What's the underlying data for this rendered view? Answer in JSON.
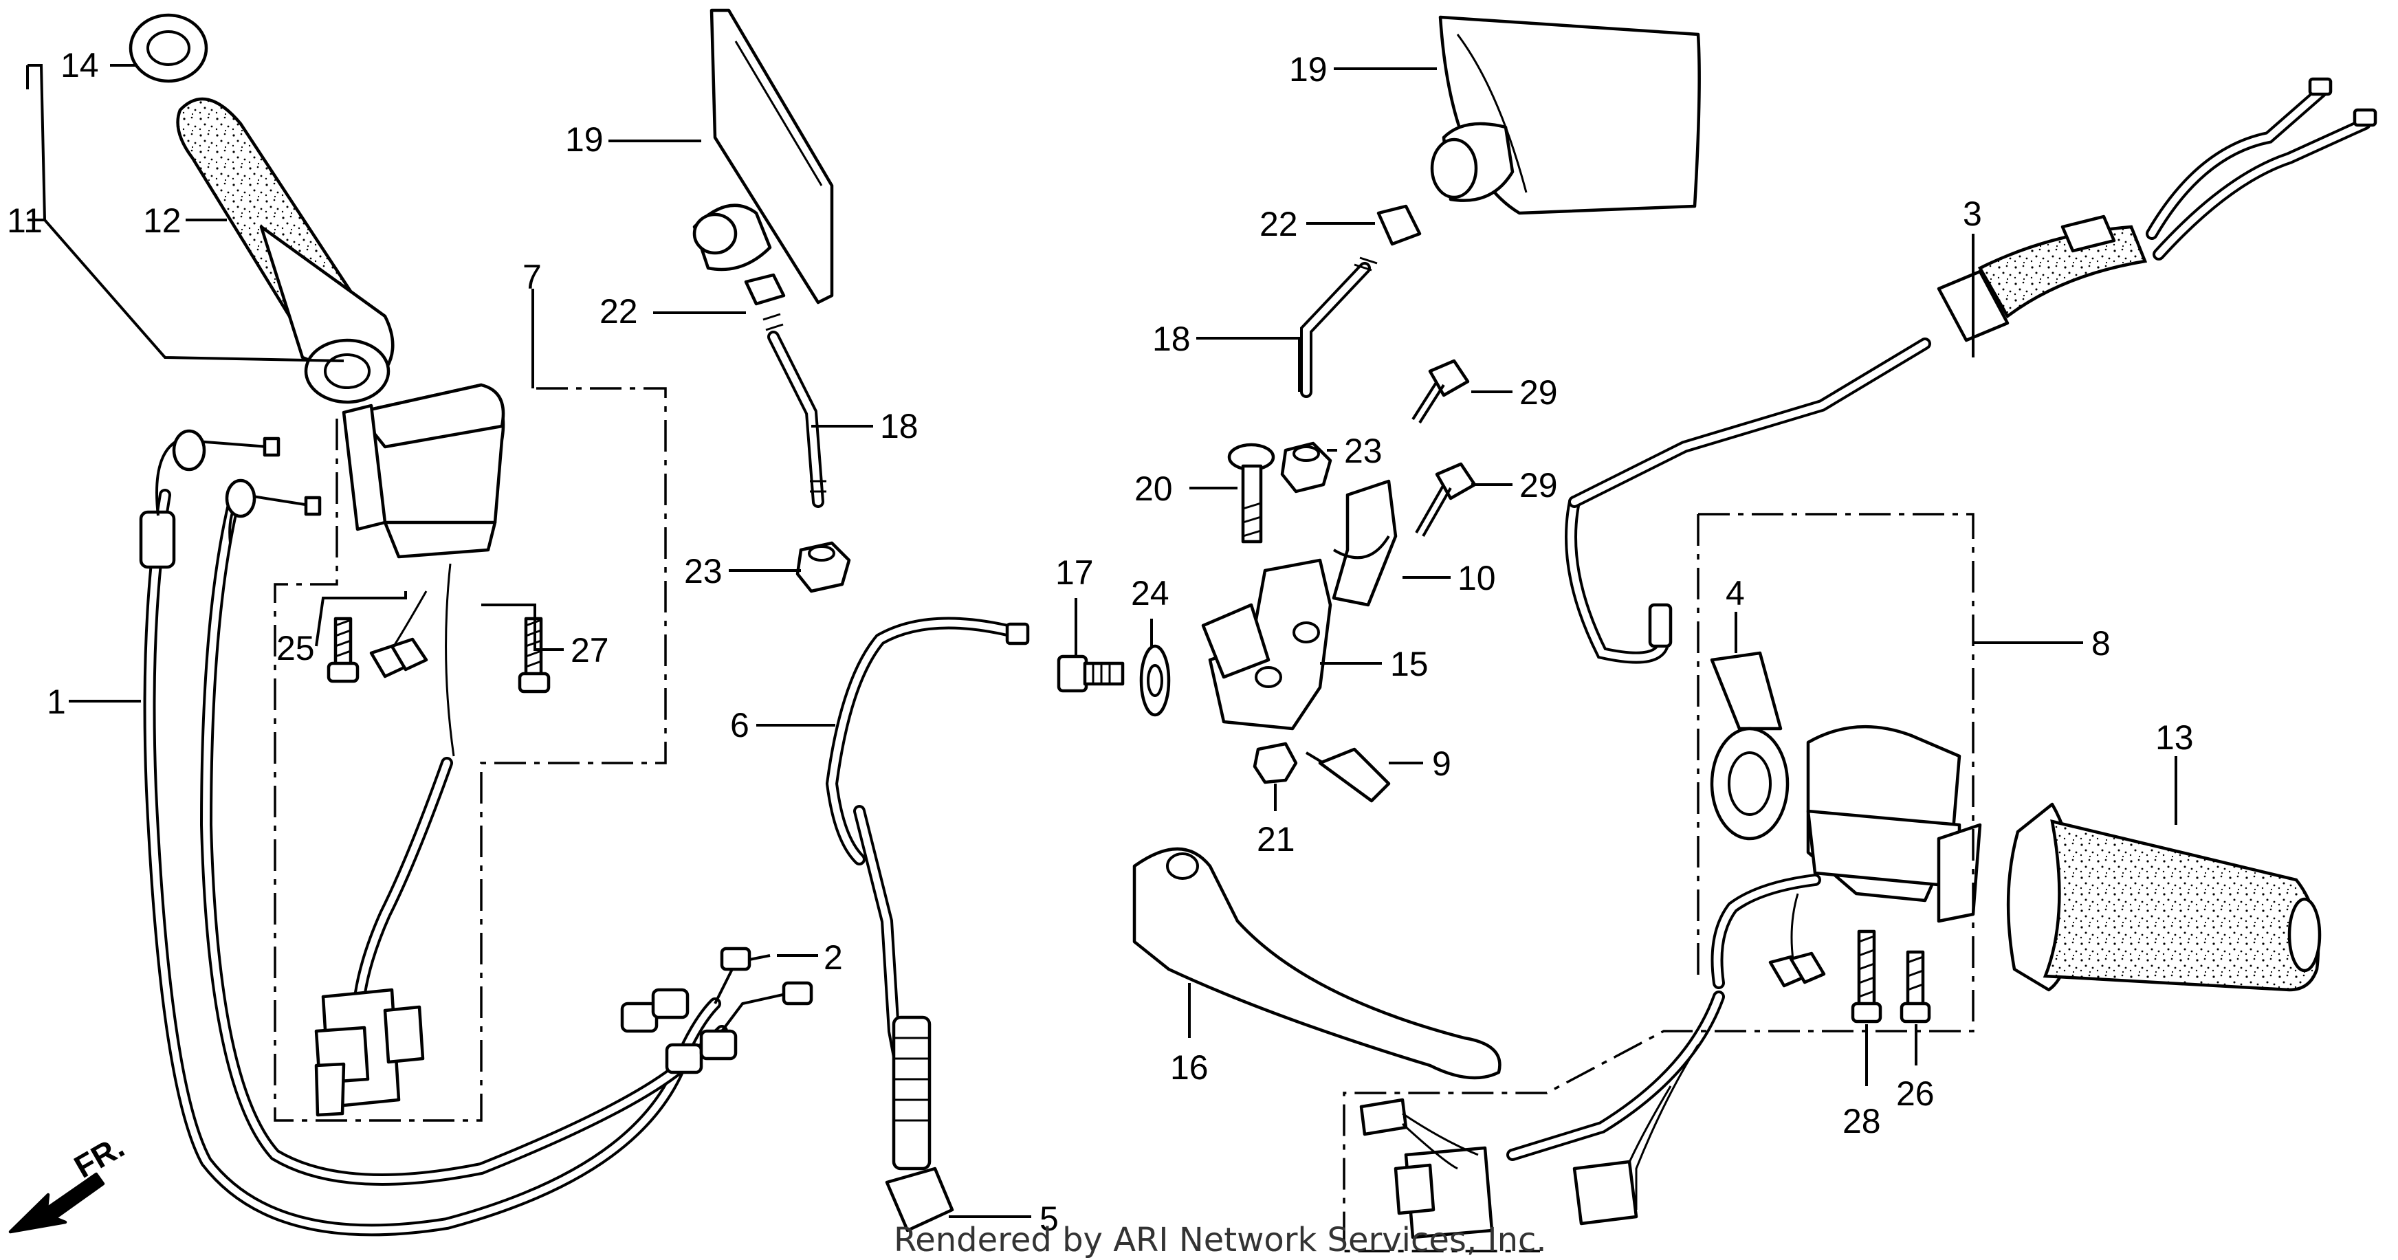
{
  "callouts": {
    "c1": "1",
    "c2": "2",
    "c3": "3",
    "c4": "4",
    "c5": "5",
    "c6": "6",
    "c7": "7",
    "c8": "8",
    "c9": "9",
    "c10": "10",
    "c11": "11",
    "c12": "12",
    "c13": "13",
    "c14": "14",
    "c15": "15",
    "c16": "16",
    "c17": "17",
    "c18a": "18",
    "c18b": "18",
    "c19a": "19",
    "c19b": "19",
    "c20": "20",
    "c21": "21",
    "c22a": "22",
    "c22b": "22",
    "c23a": "23",
    "c23b": "23",
    "c24": "24",
    "c25": "25",
    "c26": "26",
    "c27": "27",
    "c28": "28",
    "c29a": "29",
    "c29b": "29"
  },
  "direction_label": "FR.",
  "footer": "Rendered by ARI Network Services, Inc."
}
